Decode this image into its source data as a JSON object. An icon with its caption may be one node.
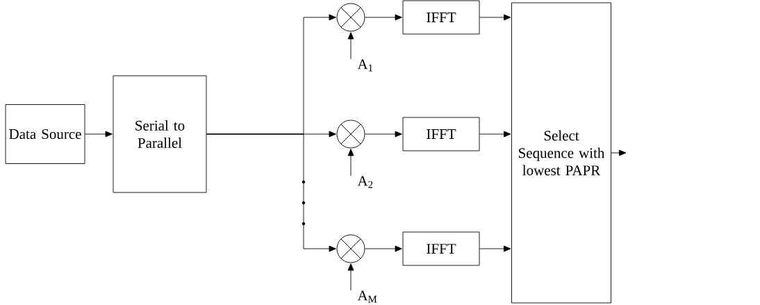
{
  "diagram": {
    "nodes": [
      {
        "text": [
          "Data Source"
        ]
      },
      {
        "text": [
          "Serial to Parallel"
        ]
      },
      {
        "text": [],
        "shape": "circle"
      },
      {
        "text": [
          "IFFT"
        ]
      },
      {
        "text": [
          "A$_{1}$"
        ]
      },
      {
        "text": [],
        "shape": "circle"
      },
      {
        "text": [
          "IFFT"
        ]
      },
      {
        "text": [
          "A$_{2}$"
        ]
      },
      {
        "text": [],
        "shape": "circle"
      },
      {
        "text": [
          "IFFT"
        ]
      },
      {
        "text": [
          "A$_{M}$"
        ]
      },
      {
        "text": [
          "Select Sequence with lowest PAPR"
        ]
      }
    ],
    "edges": [
      {
        "from": 0,
        "to": 1,
        "arrow": "to"
      },
      {
        "from": 1,
        "to": 2,
        "arrow": "to"
      },
      {
        "from": 1,
        "to": 5,
        "arrow": "to"
      },
      {
        "from": 1,
        "to": 8,
        "arrow": "to"
      },
      {
        "from": 4,
        "to": 2,
        "arrow": "to"
      },
      {
        "from": 7,
        "to": 5,
        "arrow": "to"
      },
      {
        "from": 10,
        "to": 8,
        "arrow": "to"
      },
      {
        "from": 2,
        "to": 3,
        "arrow": "to"
      },
      {
        "from": 5,
        "to": 6,
        "arrow": "to"
      },
      {
        "from": 8,
        "to": 9,
        "arrow": "to"
      },
      {
        "from": 3,
        "to": 11,
        "arrow": "to"
      },
      {
        "from": 6,
        "to": 11,
        "arrow": "to"
      },
      {
        "from": 9,
        "to": 11,
        "arrow": "to"
      },
      {
        "from": 11,
        "to": null,
        "arrow": "to"
      }
    ]
  }
}
